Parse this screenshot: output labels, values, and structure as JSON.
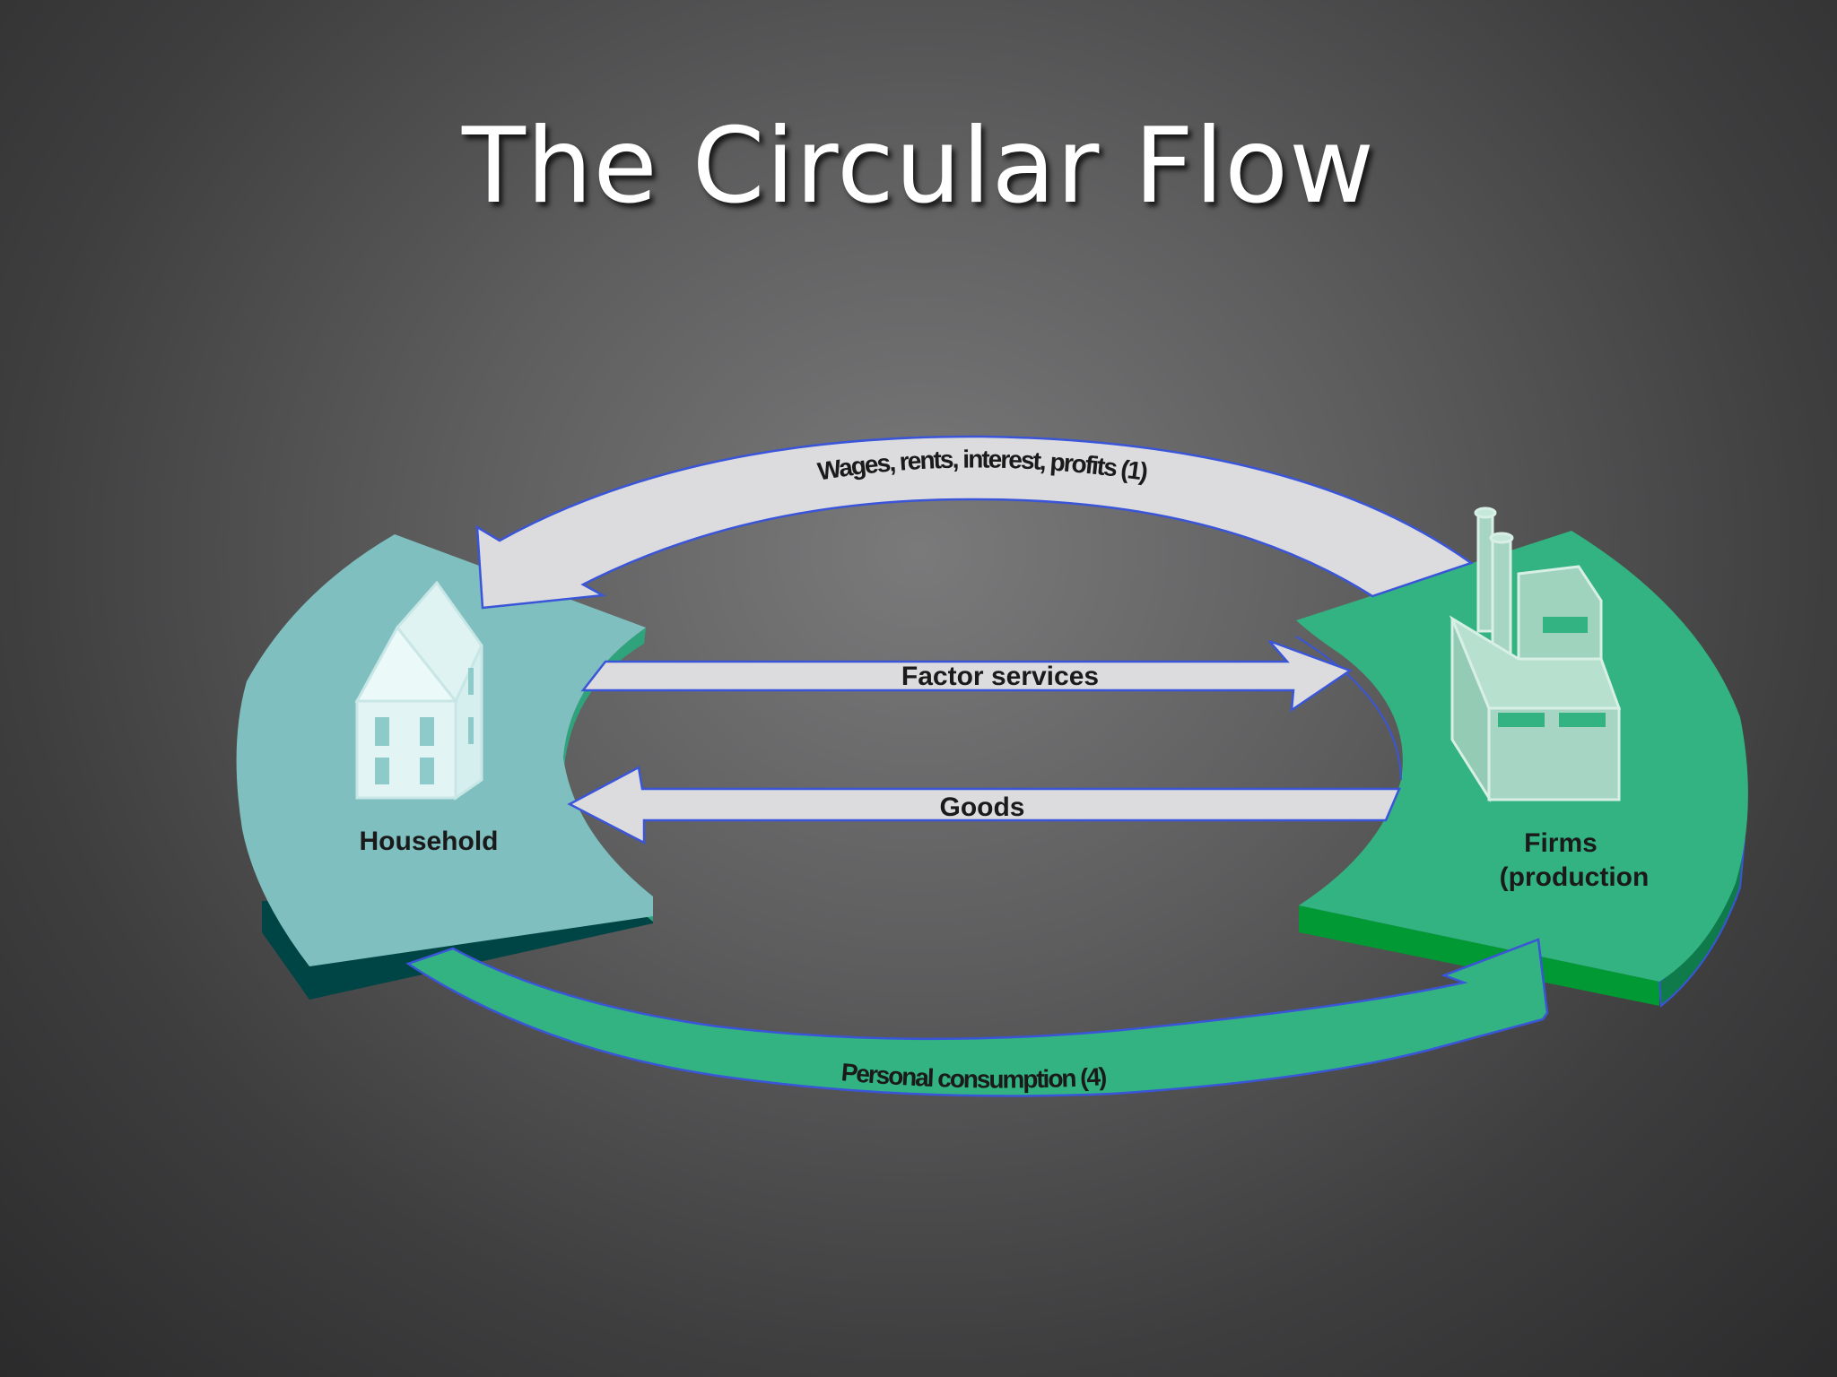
{
  "slide": {
    "title": "The Circular Flow"
  },
  "diagram": {
    "nodes": {
      "household": {
        "label": "Household"
      },
      "firms": {
        "label_line1": "Firms",
        "label_line2": "(production"
      }
    },
    "flows": {
      "wages": {
        "label": "Wages, rents, interest, profits (1)"
      },
      "factor_services": {
        "label": "Factor services"
      },
      "goods": {
        "label": "Goods"
      },
      "consumption": {
        "label": "Personal consumption (4)"
      }
    },
    "colors": {
      "household_top": "#7fbfbf",
      "household_side": "#004545",
      "firms_top": "#33b382",
      "firms_side": "#009933",
      "arrow_light": "#dcdcdf",
      "arrow_green": "#33b382",
      "arrow_outline": "#3a55d8"
    }
  }
}
